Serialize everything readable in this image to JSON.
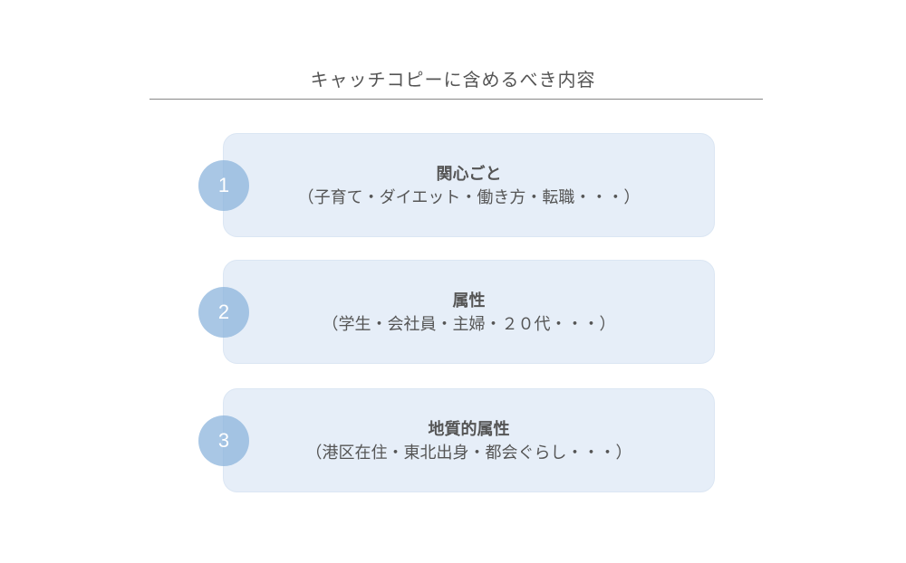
{
  "title": "キャッチコピーに含めるべき内容",
  "items": [
    {
      "number": "1",
      "heading": "関心ごと",
      "detail": "（子育て・ダイエット・働き方・転職・・・）"
    },
    {
      "number": "2",
      "heading": "属性",
      "detail": "（学生・会社員・主婦・２０代・・・）"
    },
    {
      "number": "3",
      "heading": "地質的属性",
      "detail": "（港区在住・東北出身・都会ぐらし・・・）"
    }
  ],
  "colors": {
    "card": "#e6eef8",
    "circle": "#8cb4dc",
    "text": "#555555"
  }
}
